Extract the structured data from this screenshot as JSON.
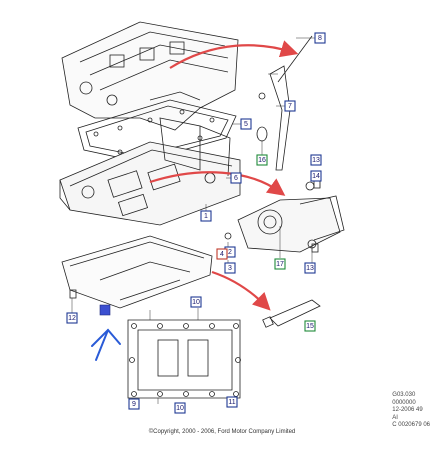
{
  "diagram": {
    "callouts": [
      {
        "id": "c1",
        "label": "1",
        "color": "#1f3a93"
      },
      {
        "id": "c2",
        "label": "2",
        "color": "#1f3a93"
      },
      {
        "id": "c3",
        "label": "3",
        "color": "#1f3a93"
      },
      {
        "id": "c4",
        "label": "4",
        "color": "#c0392b"
      },
      {
        "id": "c5",
        "label": "5",
        "color": "#1f3a93"
      },
      {
        "id": "c6",
        "label": "6",
        "color": "#1f3a93"
      },
      {
        "id": "c7",
        "label": "7",
        "color": "#1f3a93"
      },
      {
        "id": "c8",
        "label": "8",
        "color": "#1f3a93"
      },
      {
        "id": "c9",
        "label": "9",
        "color": "#1f3a93"
      },
      {
        "id": "c10a",
        "label": "10",
        "color": "#1f3a93"
      },
      {
        "id": "c10b",
        "label": "10",
        "color": "#1f3a93"
      },
      {
        "id": "c11",
        "label": "11",
        "color": "#1f3a93"
      },
      {
        "id": "c12",
        "label": "12",
        "color": "#1f3a93"
      },
      {
        "id": "c13a",
        "label": "13",
        "color": "#1f3a93"
      },
      {
        "id": "c13b",
        "label": "13",
        "color": "#1f3a93"
      },
      {
        "id": "c14",
        "label": "14",
        "color": "#1f3a93"
      },
      {
        "id": "c15",
        "label": "15",
        "color": "#1e8a3a"
      },
      {
        "id": "c16",
        "label": "16",
        "color": "#1e8a3a"
      },
      {
        "id": "c17",
        "label": "17",
        "color": "#1e8a3a"
      }
    ],
    "arrow_color": "#e04848",
    "handwritten_arrow_color": "#2a5bd7",
    "line_color": "#222222"
  },
  "meta_lines": [
    "G03.030",
    "0000000",
    "12-2006 49",
    "AI",
    "C 0020679 06"
  ],
  "copyright": "©Copyright, 2000 - 2006, Ford Motor Company Limited"
}
